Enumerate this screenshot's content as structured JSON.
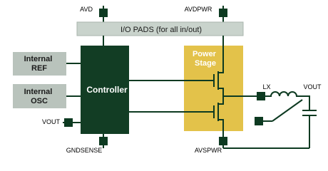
{
  "pins": {
    "avd": "AVD",
    "avdpwr": "AVDPWR",
    "gndsense": "GNDSENSE",
    "avspwr": "AVSPWR",
    "vout_left": "VOUT",
    "lx": "LX",
    "vout_right": "VOUT"
  },
  "blocks": {
    "io_pads": "I/O PADS (for all in/out)",
    "internal_ref": [
      "Internal",
      "REF"
    ],
    "internal_osc": [
      "Internal",
      "OSC"
    ],
    "controller": "Controller",
    "power_stage": [
      "Power",
      "Stage"
    ]
  },
  "colors": {
    "io_pads_fill": "#c9d3cc",
    "side_block_fill": "#b9c3bc",
    "controller_fill": "#123d24",
    "power_stage_fill": "#e3c24a",
    "wire": "#0d3a21"
  }
}
